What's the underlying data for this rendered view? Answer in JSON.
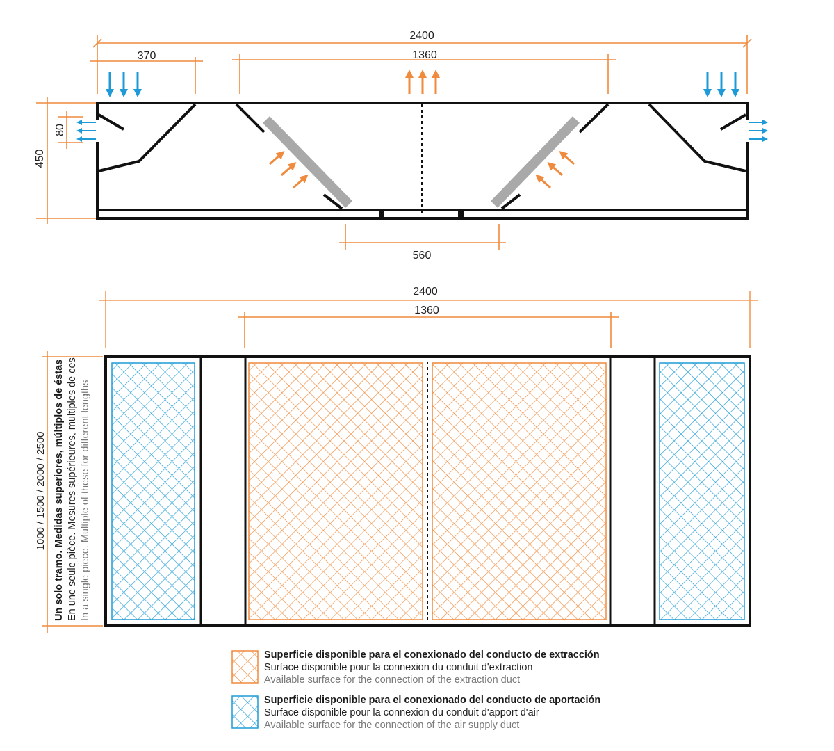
{
  "top_view": {
    "dims": {
      "overall_width": "2400",
      "intake_width": "370",
      "extraction_width": "1360",
      "slot_height": "80",
      "overall_height": "450",
      "bottom_opening": "560"
    }
  },
  "bottom_view": {
    "dims": {
      "overall_width": "2400",
      "extraction_width": "1360"
    },
    "length_note": {
      "lengths": "1000 / 1500 / 2000 / 2500",
      "es": "Un solo tramo. Medidas superiores, múltiplos de éstas",
      "fr": "En une seule pièce. Mesures supérieures, multiples de ces",
      "en": "In a single piece. Multiple of these for different lengths"
    }
  },
  "legend": {
    "extraction": {
      "es": "Superficie disponible para el conexionado del conducto de extracción",
      "fr": "Surface disponible pour la connexion du conduit d'extraction",
      "en": "Available surface for the connection of the extraction duct"
    },
    "supply": {
      "es": "Superficie disponible para el conexionado del conducto de aportación",
      "fr": "Surface disponible pour la connexion du conduit d'apport d'air",
      "en": "Available surface for the connection of the air supply duct"
    }
  },
  "colors": {
    "extraction": "#f08a3c",
    "supply": "#1e9bd7",
    "outline": "#111111",
    "filter": "#a9a9a9"
  }
}
